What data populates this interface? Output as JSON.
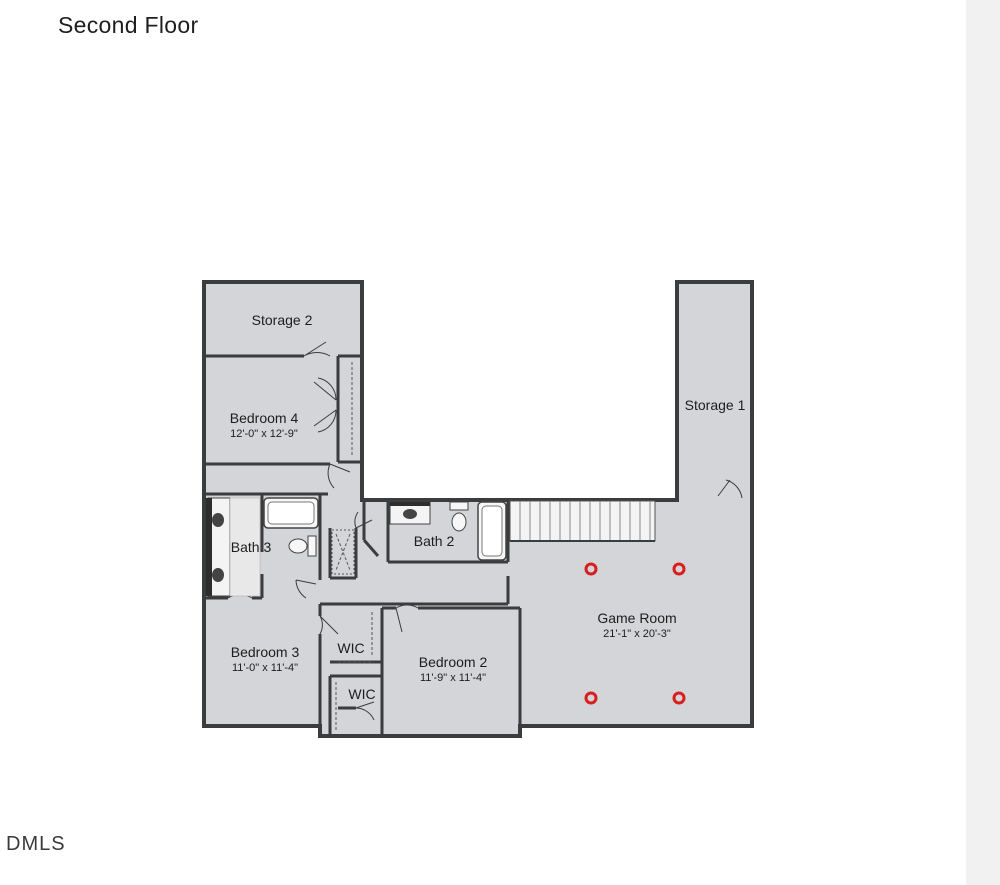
{
  "page": {
    "title": "Second Floor",
    "watermark": "DMLS"
  },
  "floorplan": {
    "rooms": [
      {
        "id": "storage-2",
        "name": "Storage 2",
        "dimensions": ""
      },
      {
        "id": "bedroom-4",
        "name": "Bedroom 4",
        "dimensions": "12'-0\" x 12'-9\""
      },
      {
        "id": "storage-1",
        "name": "Storage 1",
        "dimensions": ""
      },
      {
        "id": "bath-3",
        "name": "Bath 3",
        "dimensions": ""
      },
      {
        "id": "bath-2",
        "name": "Bath 2",
        "dimensions": ""
      },
      {
        "id": "game-room",
        "name": "Game Room",
        "dimensions": "21'-1\" x 20'-3\""
      },
      {
        "id": "bedroom-3",
        "name": "Bedroom 3",
        "dimensions": "11'-0\" x 11'-4\""
      },
      {
        "id": "wic-1",
        "name": "WIC",
        "dimensions": ""
      },
      {
        "id": "wic-2",
        "name": "WIC",
        "dimensions": ""
      },
      {
        "id": "bedroom-2",
        "name": "Bedroom 2",
        "dimensions": "11'-9\" x 11'-4\""
      }
    ],
    "colors": {
      "wall": "#3b3c3e",
      "floor": "#d4d5d8",
      "light_fixture": "#d81e1e"
    }
  }
}
